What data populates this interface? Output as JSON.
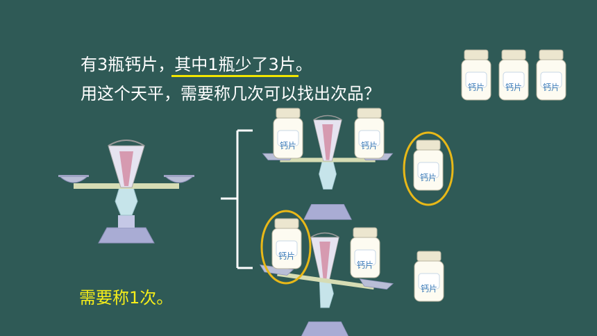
{
  "question": {
    "line1_a": "有3瓶钙片，",
    "line1_b": "其中1瓶少了3片",
    "line1_c": "。",
    "line2": "用这个天平，需要称几次可以找出次品？"
  },
  "answer": "需要称1次。",
  "bottle_label": "钙片",
  "colors": {
    "background": "#2f5a56",
    "highlight_underline": "#f2e600",
    "answer_text": "#f5ee1a",
    "circle": "#e8b818"
  }
}
